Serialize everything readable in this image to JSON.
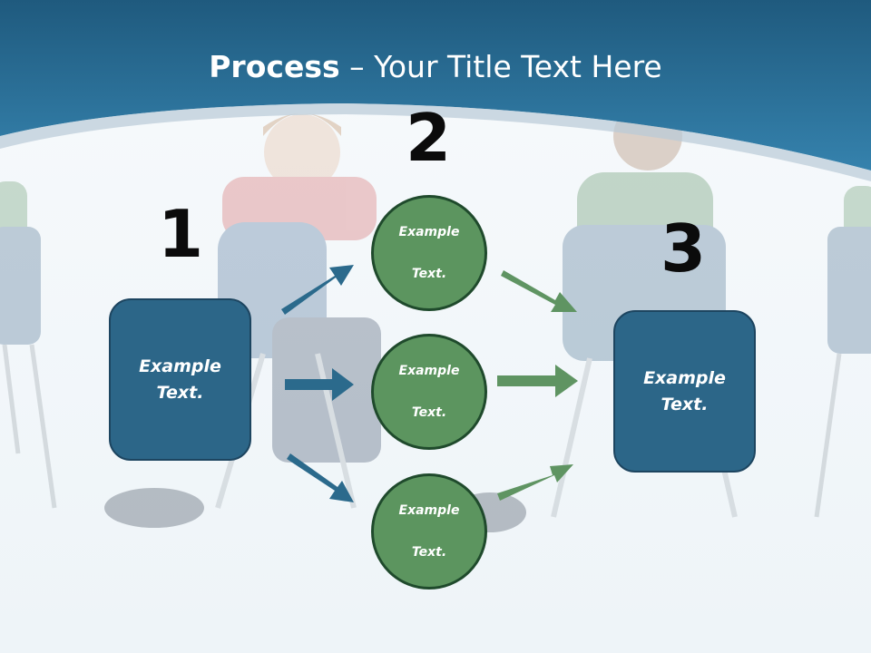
{
  "slide": {
    "title_bold": "Process",
    "title_rest": " – Your Title Text Here",
    "step_numbers": [
      "1",
      "2",
      "3"
    ],
    "left_box": {
      "line1": "Example",
      "line2": "Text."
    },
    "right_box": {
      "line1": "Example",
      "line2": "Text."
    },
    "circles": [
      {
        "line1": "Example",
        "line2": "Text."
      },
      {
        "line1": "Example",
        "line2": "Text."
      },
      {
        "line1": "Example",
        "line2": "Text."
      }
    ],
    "colors": {
      "header_blue": "#2a6e96",
      "box_blue": "#2c6688",
      "arrow_blue": "#2b6a8c",
      "circle_green": "#5c955f",
      "arrow_green": "#5f9462"
    }
  }
}
